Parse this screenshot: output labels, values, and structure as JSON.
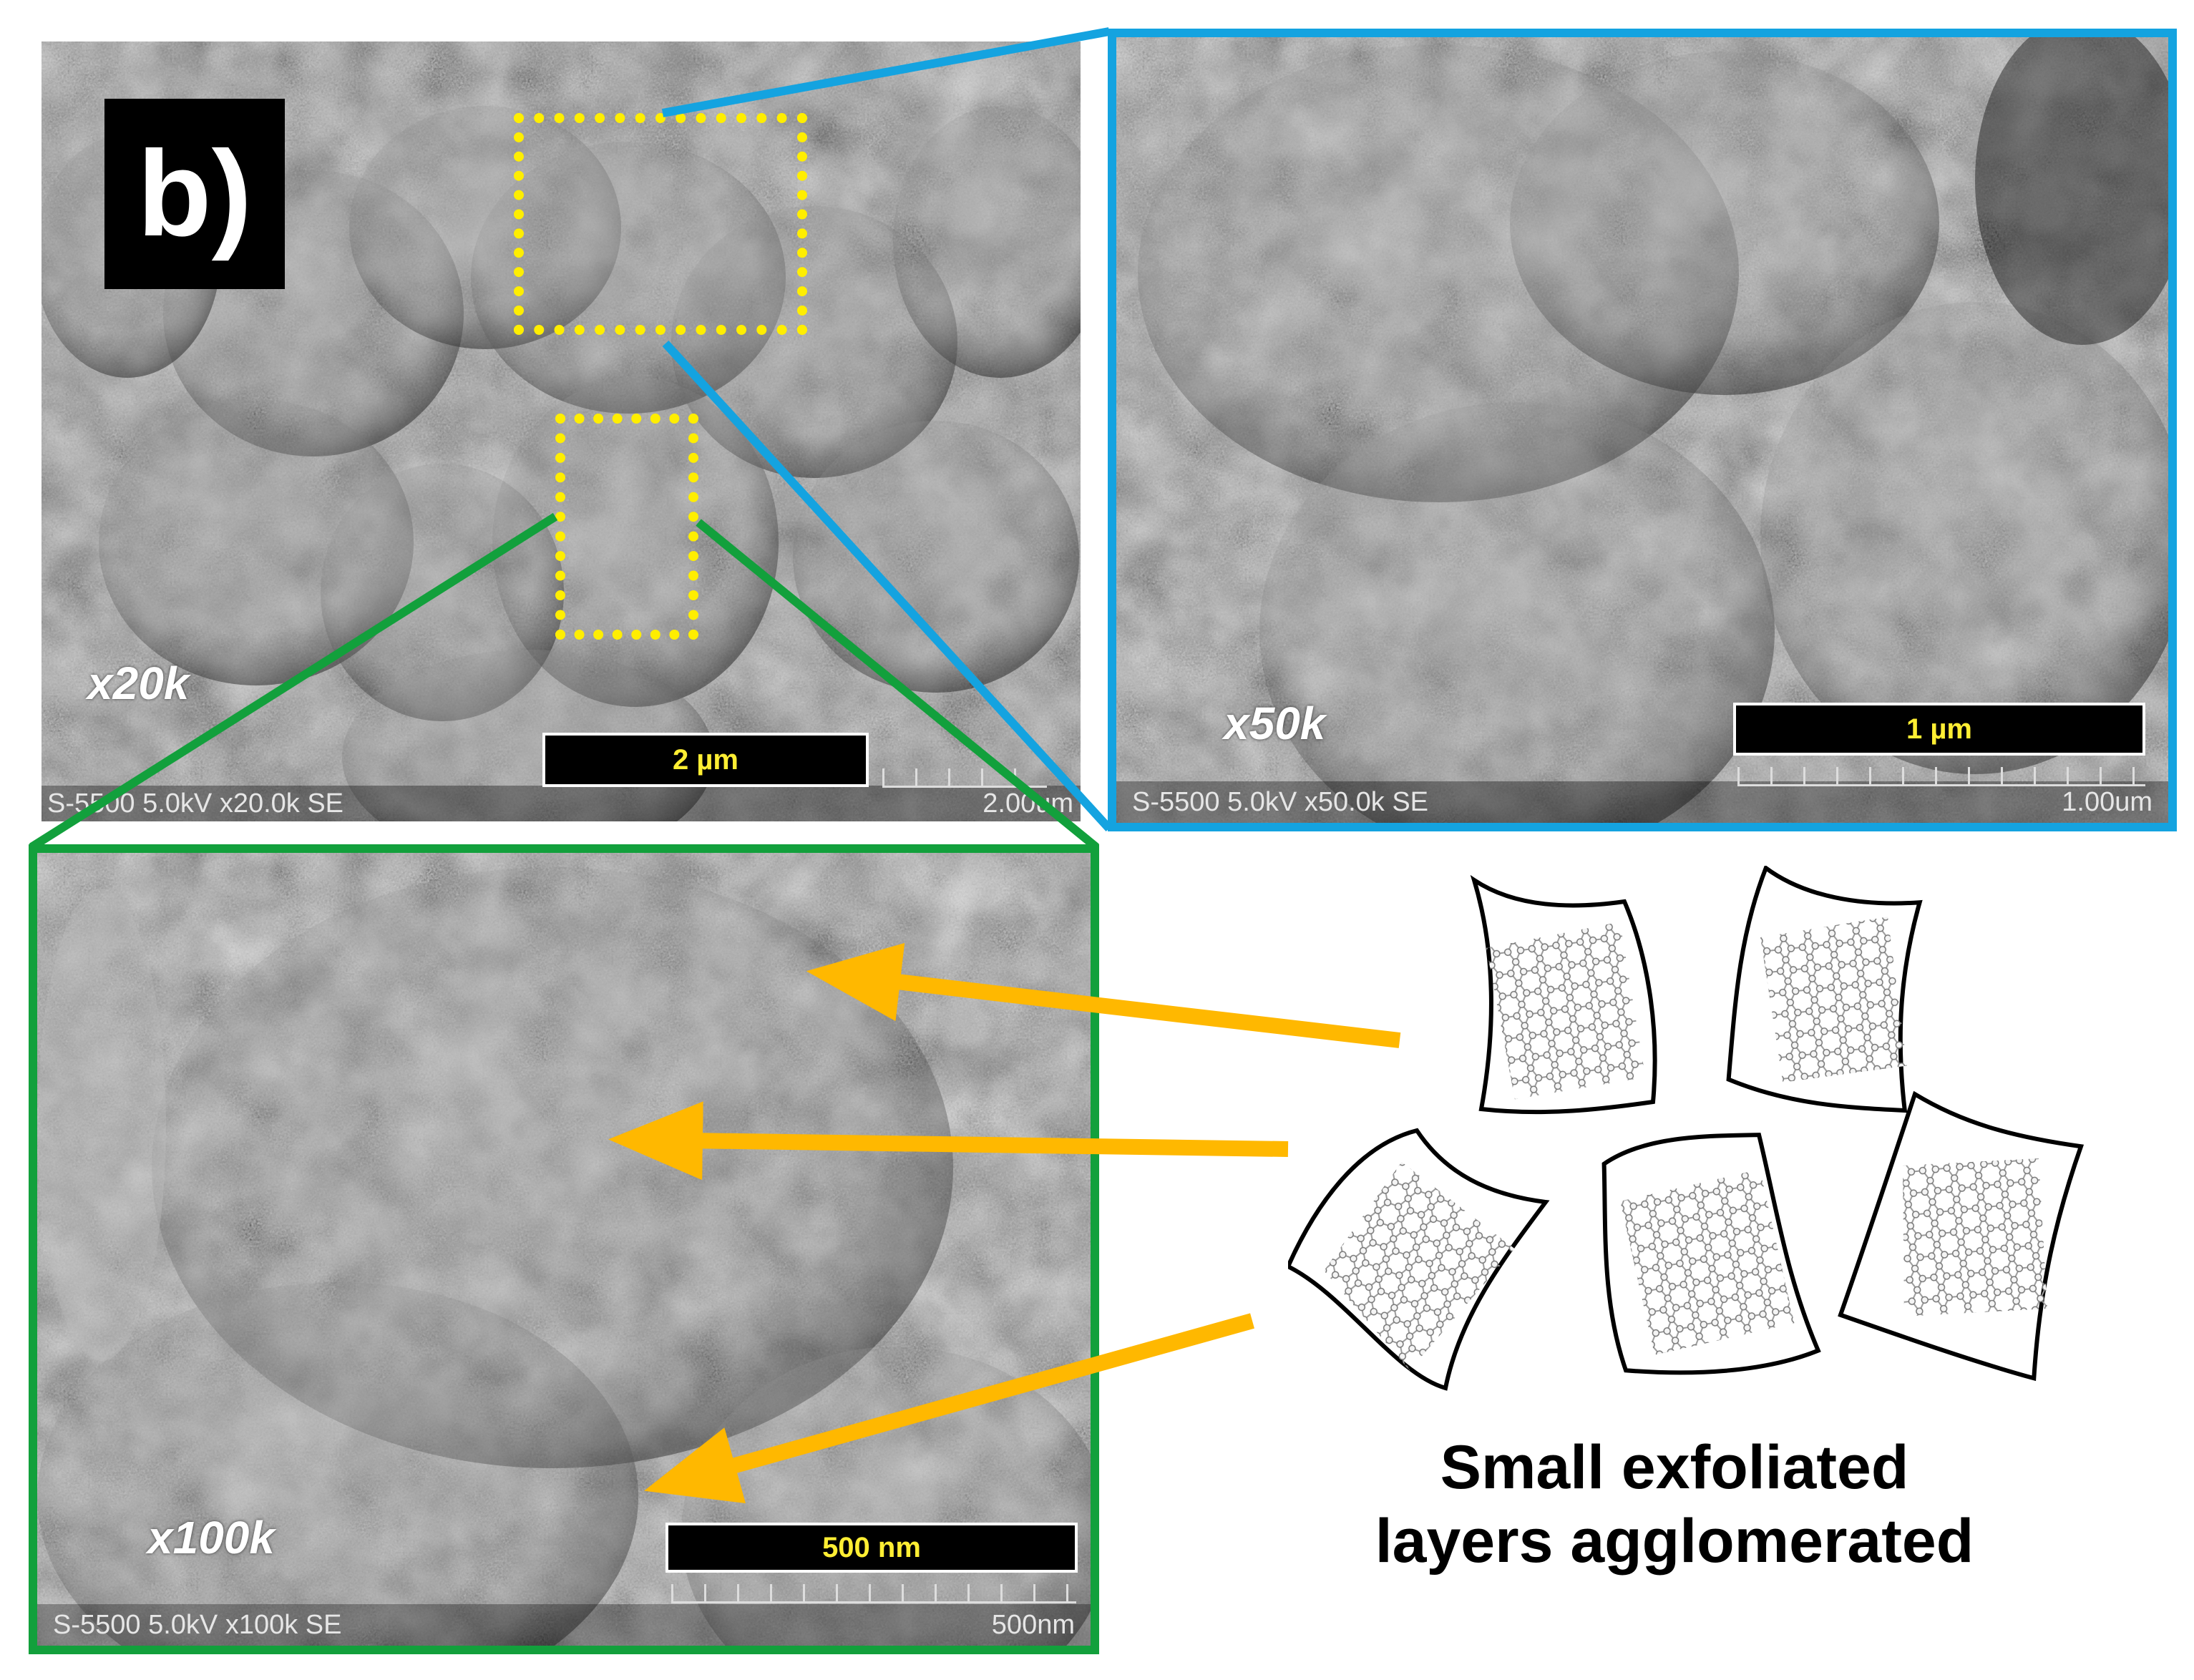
{
  "figure": {
    "panel_label": "b)",
    "callout_line1": "Small exfoliated",
    "callout_line2": "layers agglomerated"
  },
  "colors": {
    "zoom_box": "#ffee00",
    "x50k_frame": "#14a3e0",
    "x100k_frame": "#12a03c",
    "arrow": "#ffb800",
    "scalebar_text": "#ffee33"
  },
  "panels": {
    "x20k": {
      "magnification": "x20k",
      "scalebar_label": "2 µm",
      "footer_left": "S-5500 5.0kV x20.0k SE",
      "footer_right": "2.00um"
    },
    "x50k": {
      "magnification": "x50k",
      "scalebar_label": "1 µm",
      "footer_left": "S-5500 5.0kV x50.0k SE",
      "footer_right": "1.00um"
    },
    "x100k": {
      "magnification": "x100k",
      "scalebar_label": "500 nm",
      "footer_left": "S-5500 5.0kV x100k SE",
      "footer_right": "500nm"
    }
  },
  "icons": {
    "layer_sheets": "graphene-sheet-icon"
  }
}
